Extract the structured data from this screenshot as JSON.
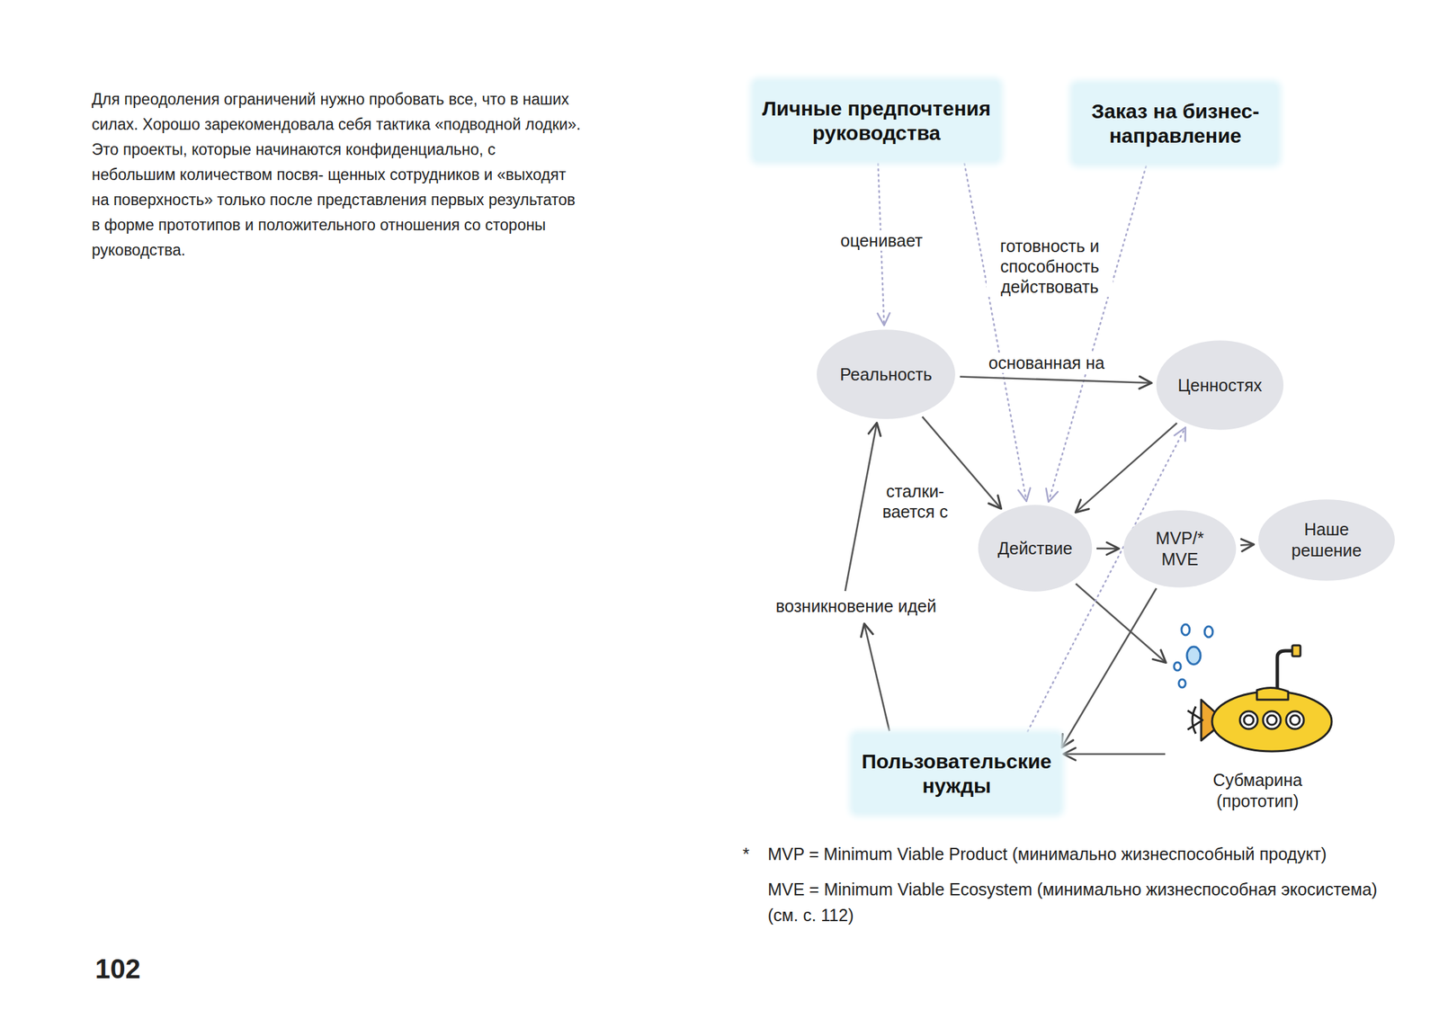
{
  "diagram": {
    "nodes": [
      {
        "text": [
          "Личные предпочтения руководства"
        ]
      },
      {
        "text": [
          "Заказ на бизнес- направление"
        ]
      },
      {
        "text": [
          "Реальность"
        ]
      },
      {
        "text": [
          "Ценностях"
        ]
      },
      {
        "text": [
          "Действие"
        ]
      },
      {
        "text": [
          "MVP/* MVE"
        ]
      },
      {
        "text": [
          "Наше решение"
        ]
      },
      {
        "text": [
          "Пользовательские нужды"
        ]
      },
      {
        "text": [
          "Субмарина (прототип)"
        ]
      }
    ],
    "edges": [
      {
        "from": 0,
        "to": 2,
        "arrow": "to",
        "label": "оценивает"
      },
      {
        "from": 0,
        "to": 4,
        "arrow": "to",
        "label": "готовность и способность действовать"
      },
      {
        "from": 1,
        "to": 4,
        "arrow": "to"
      },
      {
        "from": 2,
        "to": 3,
        "arrow": "to",
        "label": "основанная на"
      },
      {
        "from": 2,
        "to": 4,
        "arrow": "to",
        "label": "сталки- вается с"
      },
      {
        "from": 3,
        "to": 4,
        "arrow": "to"
      },
      {
        "from": 4,
        "to": 5,
        "arrow": "to"
      },
      {
        "from": 5,
        "to": 6,
        "arrow": "to"
      },
      {
        "from": 5,
        "to": 7,
        "arrow": "to"
      },
      {
        "from": 4,
        "to": 8,
        "arrow": "to"
      },
      {
        "from": 8,
        "to": 7,
        "arrow": "to"
      },
      {
        "from": 7,
        "to": 3,
        "arrow": "to"
      },
      {
        "from": 7,
        "to": 2,
        "arrow": "to",
        "label": "возникновение идей"
      }
    ],
    "labels": [
      "Для преодоления ограничений нужно пробовать все, что в наших силах. Хорошо зарекомендовала себя тактика «подводной лодки». Это проекты, которые начинаются конфиденциально, с небольшим количеством посвя- щенных сотрудников и «выходят на поверхность» только после представления первых результатов в форме прототипов и положительного отношения со стороны руководства.",
      "102",
      "*",
      "MVP = Minimum Viable Product (минимально жизнеспособный продукт)",
      "MVE = Minimum Viable Ecosystem (минимально жизнеспособная экосистема) (см. с. 112)"
    ]
  }
}
